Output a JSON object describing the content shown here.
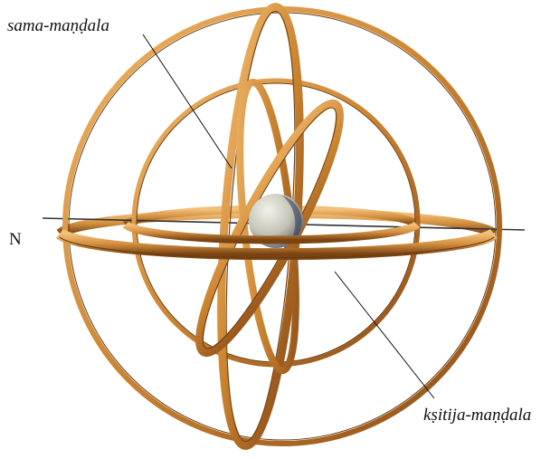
{
  "labels": {
    "sama": "sama-maṇḍala",
    "kshitija": "kṣitija-maṇḍala",
    "north": "N"
  },
  "colors": {
    "ring_light": "#E9A85A",
    "ring_mid": "#C9812F",
    "ring_dark": "#7A4312",
    "globe": "#C9C9BE",
    "axis": "#333333"
  }
}
